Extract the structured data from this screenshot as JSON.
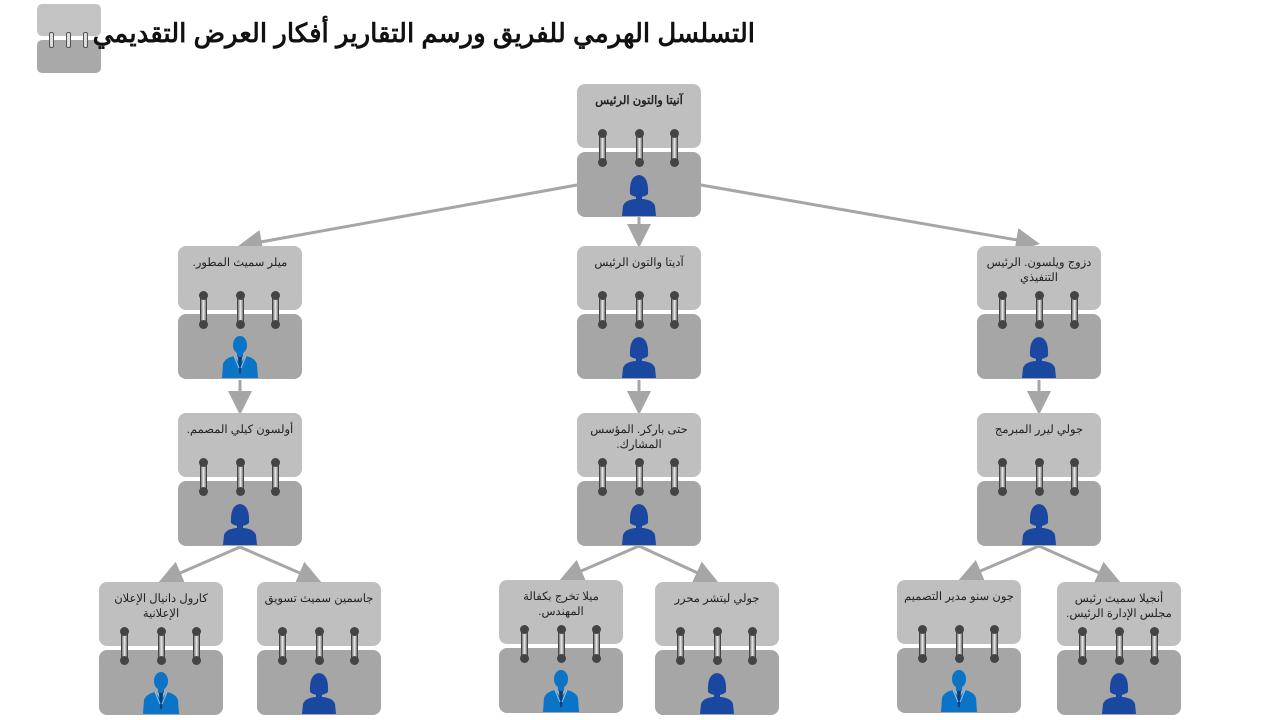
{
  "title": "التسلسل الهرمي للفريق ورسم التقارير أفكار العرض التقديمي",
  "colors": {
    "card_top": "#bfbfbf",
    "card_bottom": "#a6a6a6",
    "male": "#0b74c6",
    "female": "#1a48a0",
    "line": "#a6a6a6"
  },
  "nodes": [
    {
      "id": "root",
      "label": "آنيتا والتون الرئيس",
      "icon": "female"
    },
    {
      "id": "l1a",
      "label": "ميلر سميث المطور.",
      "icon": "male"
    },
    {
      "id": "l1b",
      "label": "آديتا والتون الرئيس",
      "icon": "female"
    },
    {
      "id": "l1c",
      "label": "دزوج ويلسون. الرئيس التنفيذي",
      "icon": "female"
    },
    {
      "id": "l2a",
      "label": "أولسون كيلي المصمم.",
      "icon": "female"
    },
    {
      "id": "l2b",
      "label": "حتى باركر. المؤسس المشارك.",
      "icon": "female"
    },
    {
      "id": "l2c",
      "label": "جولي ليرر المبرمج",
      "icon": "female"
    },
    {
      "id": "l3a",
      "label": "كارول دانيال الإعلان الإعلانية",
      "icon": "male"
    },
    {
      "id": "l3b",
      "label": "جاسمين سميث تسويق",
      "icon": "female"
    },
    {
      "id": "l3c",
      "label": "ميلا تخرج بكفالة المهندس.",
      "icon": "male"
    },
    {
      "id": "l3d",
      "label": "جولي ليتشر محرر",
      "icon": "female"
    },
    {
      "id": "l3e",
      "label": "جون سنو مدير التصميم",
      "icon": "male"
    },
    {
      "id": "l3f",
      "label": "أنجيلا سميث رئيس مجلس الإدارة الرئيس.",
      "icon": "female"
    }
  ]
}
